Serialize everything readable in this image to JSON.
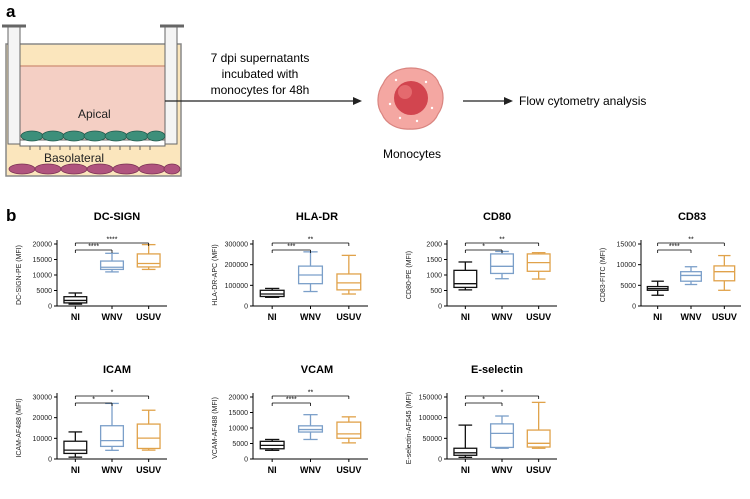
{
  "panel_a": {
    "label": "a",
    "apical_label": "Apical",
    "basolateral_label": "Basolateral",
    "arrow1_line1": "7 dpi supernatants",
    "arrow1_line2": "incubated with",
    "arrow1_line3": "monocytes for 48h",
    "cell_label": "Monocytes",
    "arrow2_label": "Flow cytometry analysis"
  },
  "panel_b": {
    "label": "b"
  },
  "colors": {
    "NI": "#111111",
    "WNV": "#7b9fc9",
    "USUV": "#e0a24a",
    "well_pink": "#f4cfc4",
    "well_yellow": "#fbe6bd",
    "epi_green": "#3d8f7a",
    "baso_purple": "#b0547e",
    "cell_red": "#e2615f"
  },
  "chart_data": [
    {
      "type": "boxplot",
      "title": "DC-SIGN",
      "ylabel": "DC-SIGN-PE (MFI)",
      "categories": [
        "NI",
        "WNV",
        "USUV"
      ],
      "yticks": [
        "0",
        "5000",
        "10000",
        "15000",
        "20000"
      ],
      "ylim": [
        0,
        20000
      ],
      "boxes": [
        {
          "min": 600,
          "q1": 1000,
          "median": 1800,
          "q3": 3000,
          "max": 4200
        },
        {
          "min": 11000,
          "q1": 11800,
          "median": 12500,
          "q3": 14500,
          "max": 17000
        },
        {
          "min": 11800,
          "q1": 12600,
          "median": 13700,
          "q3": 16800,
          "max": 19800
        }
      ],
      "significance": [
        {
          "from": 0,
          "to": 1,
          "label": "****"
        },
        {
          "from": 0,
          "to": 2,
          "label": "****"
        }
      ]
    },
    {
      "type": "boxplot",
      "title": "HLA-DR",
      "ylabel": "HLA-DR-APC (MFI)",
      "categories": [
        "NI",
        "WNV",
        "USUV"
      ],
      "yticks": [
        "0",
        "100000",
        "200000",
        "300000"
      ],
      "ylim": [
        0,
        300000
      ],
      "boxes": [
        {
          "min": 42000,
          "q1": 46000,
          "median": 58000,
          "q3": 76000,
          "max": 85000
        },
        {
          "min": 70000,
          "q1": 108000,
          "median": 150000,
          "q3": 193000,
          "max": 262000
        },
        {
          "min": 58000,
          "q1": 78000,
          "median": 112000,
          "q3": 155000,
          "max": 245000
        }
      ],
      "significance": [
        {
          "from": 0,
          "to": 1,
          "label": "***"
        },
        {
          "from": 0,
          "to": 2,
          "label": "**"
        }
      ]
    },
    {
      "type": "boxplot",
      "title": "CD80",
      "ylabel": "CD80-PE (MFI)",
      "categories": [
        "NI",
        "WNV",
        "USUV"
      ],
      "yticks": [
        "0",
        "500",
        "1000",
        "1500",
        "2000"
      ],
      "ylim": [
        0,
        2000
      ],
      "boxes": [
        {
          "min": 520,
          "q1": 600,
          "median": 720,
          "q3": 1150,
          "max": 1420
        },
        {
          "min": 880,
          "q1": 1050,
          "median": 1280,
          "q3": 1680,
          "max": 1760
        },
        {
          "min": 870,
          "q1": 1120,
          "median": 1400,
          "q3": 1680,
          "max": 1720
        }
      ],
      "significance": [
        {
          "from": 0,
          "to": 1,
          "label": "*"
        },
        {
          "from": 0,
          "to": 2,
          "label": "**"
        }
      ]
    },
    {
      "type": "boxplot",
      "title": "CD83",
      "ylabel": "CD83-FITC (MFI)",
      "categories": [
        "NI",
        "WNV",
        "USUV"
      ],
      "yticks": [
        "0",
        "5000",
        "10000",
        "15000"
      ],
      "ylim": [
        0,
        15000
      ],
      "boxes": [
        {
          "min": 2600,
          "q1": 3800,
          "median": 4200,
          "q3": 4700,
          "max": 6000
        },
        {
          "min": 5200,
          "q1": 6000,
          "median": 7400,
          "q3": 8300,
          "max": 9500
        },
        {
          "min": 3800,
          "q1": 6100,
          "median": 8300,
          "q3": 9700,
          "max": 12200
        }
      ],
      "significance": [
        {
          "from": 0,
          "to": 1,
          "label": "****"
        },
        {
          "from": 0,
          "to": 2,
          "label": "**"
        }
      ]
    },
    {
      "type": "boxplot",
      "title": "ICAM",
      "ylabel": "ICAM-AF488 (MFI)",
      "categories": [
        "NI",
        "WNV",
        "USUV"
      ],
      "yticks": [
        "0",
        "10000",
        "20000",
        "30000"
      ],
      "ylim": [
        0,
        30000
      ],
      "boxes": [
        {
          "min": 900,
          "q1": 2700,
          "median": 4300,
          "q3": 8600,
          "max": 13100
        },
        {
          "min": 4200,
          "q1": 6100,
          "median": 8900,
          "q3": 16100,
          "max": 26900
        },
        {
          "min": 4300,
          "q1": 5100,
          "median": 10100,
          "q3": 16900,
          "max": 23600
        }
      ],
      "significance": [
        {
          "from": 0,
          "to": 1,
          "label": "*"
        },
        {
          "from": 0,
          "to": 2,
          "label": "*"
        }
      ]
    },
    {
      "type": "boxplot",
      "title": "VCAM",
      "ylabel": "VCAM-AF488 (MFI)",
      "categories": [
        "NI",
        "WNV",
        "USUV"
      ],
      "yticks": [
        "0",
        "5000",
        "10000",
        "15000",
        "20000"
      ],
      "ylim": [
        0,
        20000
      ],
      "boxes": [
        {
          "min": 2800,
          "q1": 3300,
          "median": 4400,
          "q3": 5700,
          "max": 6300
        },
        {
          "min": 6300,
          "q1": 8700,
          "median": 9500,
          "q3": 10700,
          "max": 14300
        },
        {
          "min": 5200,
          "q1": 6700,
          "median": 8100,
          "q3": 11900,
          "max": 13600
        }
      ],
      "significance": [
        {
          "from": 0,
          "to": 1,
          "label": "****"
        },
        {
          "from": 0,
          "to": 2,
          "label": "**"
        }
      ]
    },
    {
      "type": "boxplot",
      "title": "E-selectin",
      "ylabel": "E-selectin-AF545 (MFI)",
      "categories": [
        "NI",
        "WNV",
        "USUV"
      ],
      "yticks": [
        "0",
        "50000",
        "100000",
        "150000"
      ],
      "ylim": [
        0,
        150000
      ],
      "boxes": [
        {
          "min": 4000,
          "q1": 9000,
          "median": 15000,
          "q3": 26000,
          "max": 82000
        },
        {
          "min": 26000,
          "q1": 28000,
          "median": 62000,
          "q3": 85000,
          "max": 104000
        },
        {
          "min": 26000,
          "q1": 29000,
          "median": 38000,
          "q3": 70000,
          "max": 137000
        }
      ],
      "significance": [
        {
          "from": 0,
          "to": 1,
          "label": "*"
        },
        {
          "from": 0,
          "to": 2,
          "label": "*"
        }
      ]
    }
  ]
}
